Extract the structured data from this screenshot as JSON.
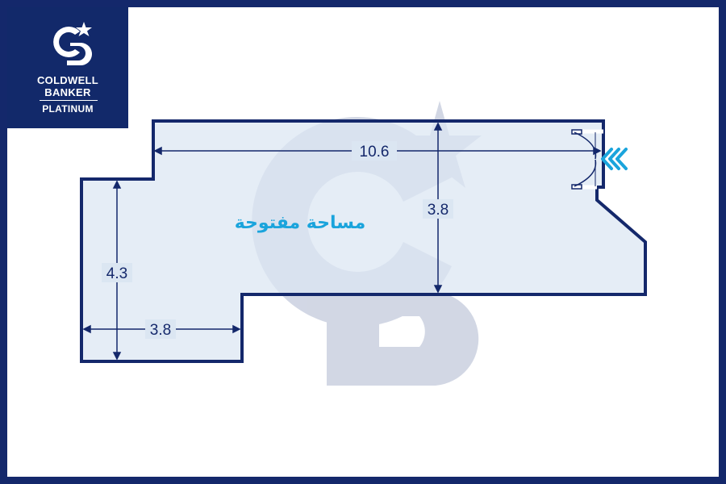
{
  "brand": {
    "name_line1": "COLDWELL",
    "name_line2": "BANKER",
    "tagline": "PLATINUM",
    "colors": {
      "navy": "#12296a",
      "white": "#ffffff"
    }
  },
  "plan": {
    "room_label": "مساحة مفتوحة",
    "dimensions": {
      "width_top": "10.6",
      "height_right": "3.8",
      "height_left": "4.3",
      "width_bottom_left": "3.8"
    },
    "entrance_icon": "double-door-entrance-icon",
    "colors": {
      "wall": "#14286b",
      "floor": "#dbe6f2",
      "label": "#1aa4dc",
      "entrance_arrow": "#1aa4dc",
      "watermark": "#c9cfdf"
    }
  }
}
